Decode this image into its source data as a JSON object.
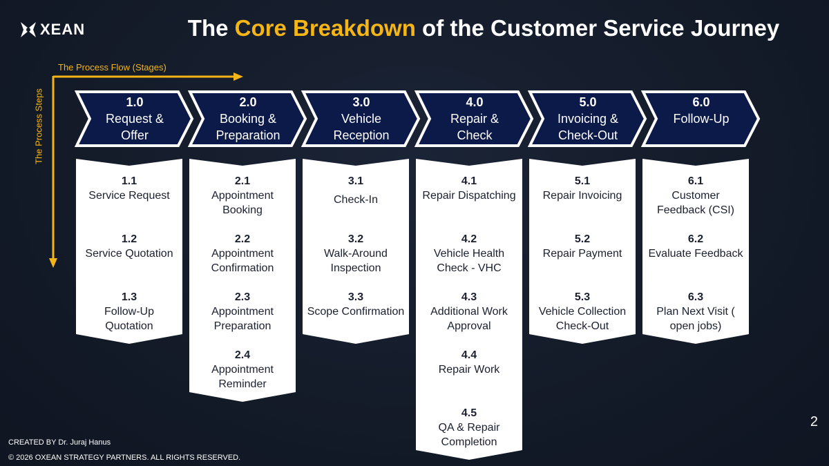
{
  "brand": {
    "logo_text": "XEAN"
  },
  "title": {
    "pre": "The ",
    "highlight": "Core Breakdown",
    "post": " of the Customer Service Journey"
  },
  "axes": {
    "flow_label": "The Process Flow (Stages)",
    "steps_label": "The  Process Steps"
  },
  "colors": {
    "accent": "#f5b516",
    "stage_fill": "#0c1a4a",
    "stage_border": "#ffffff",
    "step_fill": "#ffffff",
    "background": "#141b29"
  },
  "stages": [
    {
      "num": "1.0",
      "name": "Request & Offer",
      "name_lines": [
        "Request &",
        "Offer"
      ],
      "steps": [
        {
          "num": "1.1",
          "name": "Service Request"
        },
        {
          "num": "1.2",
          "name": "Service Quotation"
        },
        {
          "num": "1.3",
          "name": "Follow-Up Quotation"
        }
      ]
    },
    {
      "num": "2.0",
      "name": "Booking & Preparation",
      "name_lines": [
        "Booking &",
        "Preparation"
      ],
      "steps": [
        {
          "num": "2.1",
          "name": "Appointment Booking"
        },
        {
          "num": "2.2",
          "name": "Appointment Confirmation"
        },
        {
          "num": "2.3",
          "name": "Appointment Preparation"
        },
        {
          "num": "2.4",
          "name": "Appointment Reminder"
        }
      ]
    },
    {
      "num": "3.0",
      "name": "Vehicle Reception",
      "name_lines": [
        "Vehicle",
        "Reception"
      ],
      "steps": [
        {
          "num": "3.1",
          "name": "Check-In"
        },
        {
          "num": "3.2",
          "name": "Walk-Around Inspection"
        },
        {
          "num": "3.3",
          "name": "Scope Confirmation"
        }
      ]
    },
    {
      "num": "4.0",
      "name": "Repair & Check",
      "name_lines": [
        "Repair &",
        "Check"
      ],
      "steps": [
        {
          "num": "4.1",
          "name": "Repair Dispatching"
        },
        {
          "num": "4.2",
          "name": "Vehicle Health Check - VHC"
        },
        {
          "num": "4.3",
          "name": "Additional Work Approval"
        },
        {
          "num": "4.4",
          "name": "Repair Work"
        },
        {
          "num": "4.5",
          "name": "QA & Repair Completion"
        }
      ]
    },
    {
      "num": "5.0",
      "name": "Invoicing & Check-Out",
      "name_lines": [
        "Invoicing &",
        "Check-Out"
      ],
      "steps": [
        {
          "num": "5.1",
          "name": "Repair Invoicing"
        },
        {
          "num": "5.2",
          "name": "Repair Payment"
        },
        {
          "num": "5.3",
          "name": "Vehicle Collection Check-Out"
        }
      ]
    },
    {
      "num": "6.0",
      "name": "Follow-Up",
      "name_lines": [
        "Follow-Up"
      ],
      "steps": [
        {
          "num": "6.1",
          "name": "Customer Feedback (CSI)"
        },
        {
          "num": "6.2",
          "name": "Evaluate Feedback"
        },
        {
          "num": "6.3",
          "name": "Plan Next Visit ( open jobs)"
        }
      ]
    }
  ],
  "page_number": "2",
  "footer": {
    "created_by": "CREATED BY Dr. Juraj Hanus",
    "copyright": "© 2026 OXEAN STRATEGY PARTNERS. ALL RIGHTS RESERVED."
  }
}
